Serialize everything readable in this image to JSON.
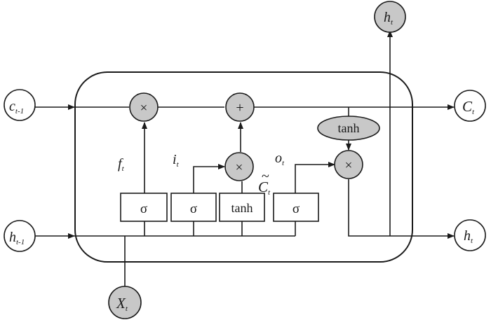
{
  "inputs": {
    "c_prev": {
      "main": "c",
      "sub": "t-1"
    },
    "h_prev": {
      "main": "h",
      "sub": "t-1"
    },
    "x": {
      "main": "X",
      "sub": "t"
    }
  },
  "outputs": {
    "c": {
      "main": "C",
      "sub": "t"
    },
    "h_right": {
      "main": "h",
      "sub": "t"
    },
    "h_top": {
      "main": "h",
      "sub": "t"
    }
  },
  "operators": {
    "forget_mult": "×",
    "cell_add": "+",
    "input_mult": "×",
    "output_mult": "×"
  },
  "gates": {
    "forget": "σ",
    "input": "σ",
    "candidate": "tanh",
    "output": "σ",
    "cell_tanh": "tanh"
  },
  "labels": {
    "f": {
      "main": "f",
      "sub": "t"
    },
    "i": {
      "main": "i",
      "sub": "t"
    },
    "c_tilde": {
      "main": "C",
      "sub": "t",
      "accent": "~"
    },
    "o": {
      "main": "o",
      "sub": "t"
    }
  },
  "colors": {
    "line": "#1a1a1a",
    "node_fill": "#c8c8c8",
    "box_fill": "#ffffff",
    "background": "#ffffff"
  }
}
